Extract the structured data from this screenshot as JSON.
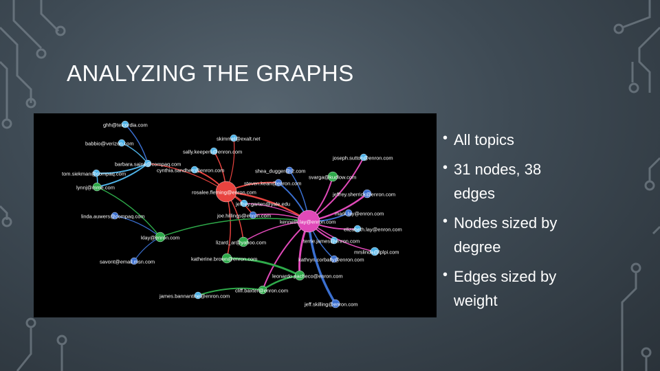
{
  "slide": {
    "title": "ANALYZING THE GRAPHS",
    "bullets": [
      "All topics",
      "31 nodes, 38 edges",
      "Nodes sized by degree",
      "Edges sized by weight"
    ]
  },
  "graph": {
    "nodes": [
      {
        "label": "ghh@telcordia.com",
        "color": "#4fb3e8"
      },
      {
        "label": "babbio@verizon.com",
        "color": "#4fb3e8"
      },
      {
        "label": "barbara.saine@compaq.com",
        "color": "#4fb3e8"
      },
      {
        "label": "tom.siekman@compaq.com",
        "color": "#4fb3e8"
      },
      {
        "label": "lynnj@mme.com",
        "color": "#2eaa4a"
      },
      {
        "label": "linda.auwers@compaq.com",
        "color": "#3a6fd0"
      },
      {
        "label": "skimmel@exalt.net",
        "color": "#4fb3e8"
      },
      {
        "label": "sally.keepers@enron.com",
        "color": "#4fb3e8"
      },
      {
        "label": "cynthia.sandherr@enron.com",
        "color": "#4fb3e8"
      },
      {
        "label": "rosalee.fleming@enron.com",
        "color": "#e8433f"
      },
      {
        "label": "shea_dugger@i2.com",
        "color": "#3a6fd0"
      },
      {
        "label": "steven.kean@enron.com",
        "color": "#3a6fd0"
      },
      {
        "label": "jeffrey.garten@yale.edu",
        "color": "#4fb3e8"
      },
      {
        "label": "joe.hillings@enron.com",
        "color": "#3a6fd0"
      },
      {
        "label": "svarga@kudlow.com",
        "color": "#2eaa4a"
      },
      {
        "label": "joseph.sutton@enron.com",
        "color": "#4fb3e8"
      },
      {
        "label": "jeffrey.sherrick@enron.com",
        "color": "#3a6fd0"
      },
      {
        "label": "mark.lay@enron.com",
        "color": "#3a6fd0"
      },
      {
        "label": "kenneth.lay@enron.com",
        "color": "#e049b8"
      },
      {
        "label": "elizabeth.lay@enron.com",
        "color": "#4fb3e8"
      },
      {
        "label": "terrie.james@enron.com",
        "color": "#4fb3e8"
      },
      {
        "label": "mrslinda@lplpi.com",
        "color": "#4fb3e8"
      },
      {
        "label": "klay@enron.com",
        "color": "#2eaa4a"
      },
      {
        "label": "lizard_ar@yahoo.com",
        "color": "#2eaa4a"
      },
      {
        "label": "savont@email.msn.com",
        "color": "#3a6fd0"
      },
      {
        "label": "katherine.brown@enron.com",
        "color": "#2eaa4a"
      },
      {
        "label": "kathryn.corbally@enron.com",
        "color": "#3a6fd0"
      },
      {
        "label": "leonardo.pacheco@enron.com",
        "color": "#2eaa4a"
      },
      {
        "label": "cliff.baxter@enron.com",
        "color": "#2eaa4a"
      },
      {
        "label": "james.bannantine@enron.com",
        "color": "#4fb3e8"
      },
      {
        "label": "jeff.skilling@enron.com",
        "color": "#3a6fd0"
      }
    ],
    "edge_colors": {
      "blue": "#3a6fd0",
      "red": "#e8433f",
      "green": "#2eaa4a",
      "pink": "#e049b8",
      "cyan": "#4fb3e8"
    }
  }
}
